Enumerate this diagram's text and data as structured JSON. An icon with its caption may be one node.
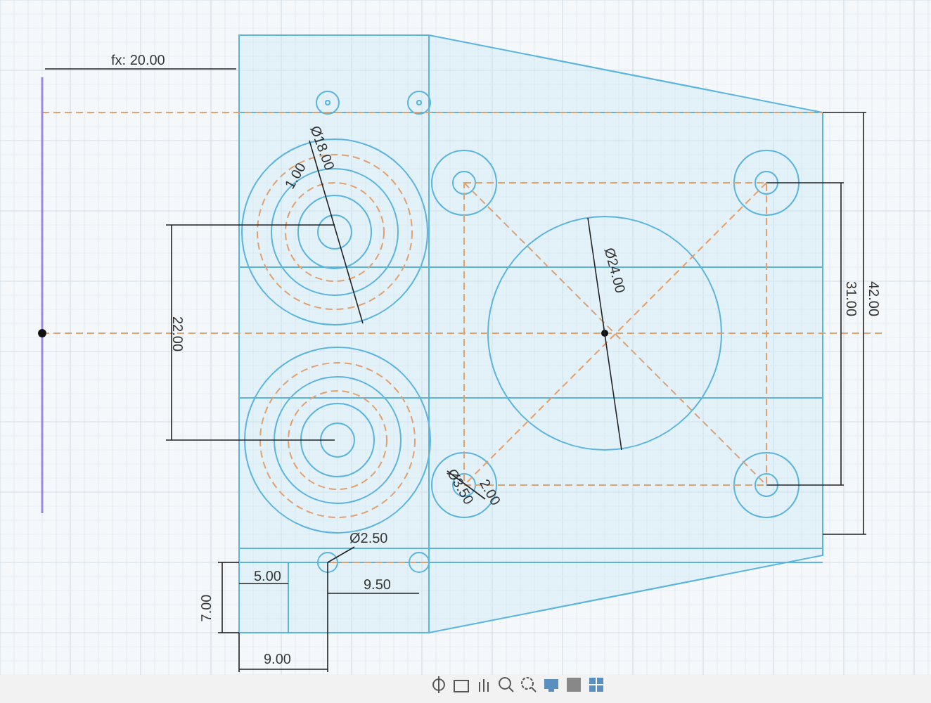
{
  "diagram": {
    "labels": [
      "fx: 20.00",
      "Ø18.00",
      "1.00",
      "22.00",
      "Ø24.00",
      "31.00",
      "42.00",
      "Ø3.50",
      "2.00",
      "Ø2.50",
      "5.00",
      "9.50",
      "7.00",
      "9.00"
    ]
  }
}
